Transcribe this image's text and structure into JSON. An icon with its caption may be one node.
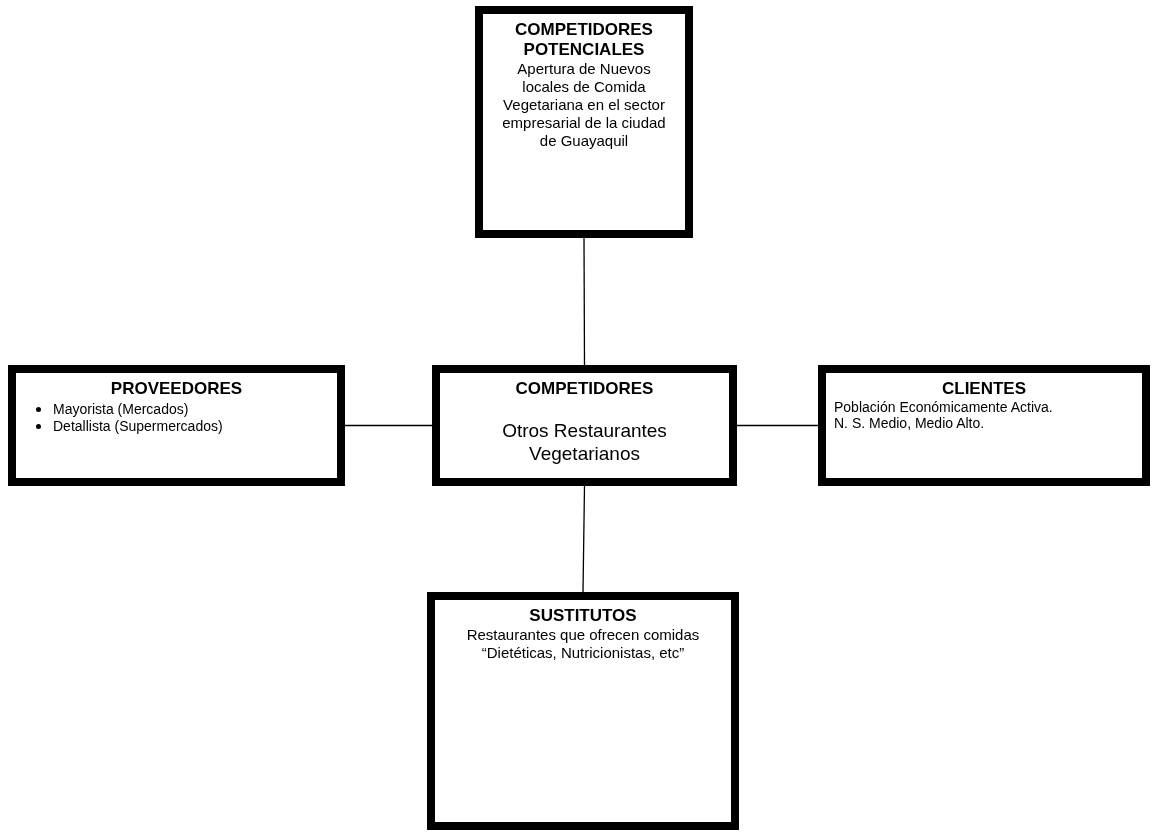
{
  "diagram": {
    "nodes": [
      {
        "text": [
          "COMPETIDORES POTENCIALES",
          "Apertura de Nuevos locales de Comida Vegetariana en el sector empresarial de la ciudad de Guayaquil"
        ]
      },
      {
        "text": [
          "PROVEEDORES",
          "Mayorista (Mercados)",
          "Detallista (Supermercados)"
        ]
      },
      {
        "text": [
          "COMPETIDORES",
          "Otros Restaurantes Vegetarianos"
        ]
      },
      {
        "text": [
          "CLIENTES",
          "Población Económicamente Activa.",
          "N. S. Medio, Medio Alto."
        ]
      },
      {
        "text": [
          "SUSTITUTOS",
          "Restaurantes que ofrecen comidas “Dietéticas, Nutricionistas, etc”"
        ]
      }
    ],
    "edges": [
      {
        "from": 0,
        "to": 2,
        "arrow": "none"
      },
      {
        "from": 1,
        "to": 2,
        "arrow": "none"
      },
      {
        "from": 2,
        "to": 3,
        "arrow": "none"
      },
      {
        "from": 2,
        "to": 4,
        "arrow": "none"
      }
    ]
  }
}
